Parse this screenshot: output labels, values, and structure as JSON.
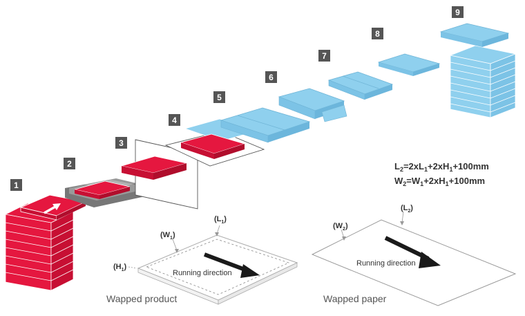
{
  "colors": {
    "red": "#e5173f",
    "blue": "#8fd0ee",
    "badge": "#555555",
    "gray": "#777777"
  },
  "steps": [
    "1",
    "2",
    "3",
    "4",
    "5",
    "6",
    "7",
    "8",
    "9"
  ],
  "formula": {
    "l2": {
      "main": "L",
      "sub": "2",
      "eq": "=2xL",
      "s1": "1",
      "plus": "+2xH",
      "s2": "1",
      "tail": "+100mm"
    },
    "w2": {
      "main": "W",
      "sub": "2",
      "eq": "=W",
      "s1": "1",
      "plus": "+2xH",
      "s2": "1",
      "tail": "+100mm"
    }
  },
  "product": {
    "w_label": {
      "open": "(W",
      "sub": "1",
      "close": ")"
    },
    "l_label": {
      "open": "(L",
      "sub": "1",
      "close": ")"
    },
    "h_label": {
      "open": "(H",
      "sub": "1",
      "close": ")"
    },
    "running": "Running direction",
    "caption": "Wapped product"
  },
  "paper": {
    "w_label": {
      "open": "(W",
      "sub": "2",
      "close": ")"
    },
    "l_label": {
      "open": "(L",
      "sub": "2",
      "close": ")"
    },
    "running": "Running direction",
    "caption": "Wapped paper"
  }
}
